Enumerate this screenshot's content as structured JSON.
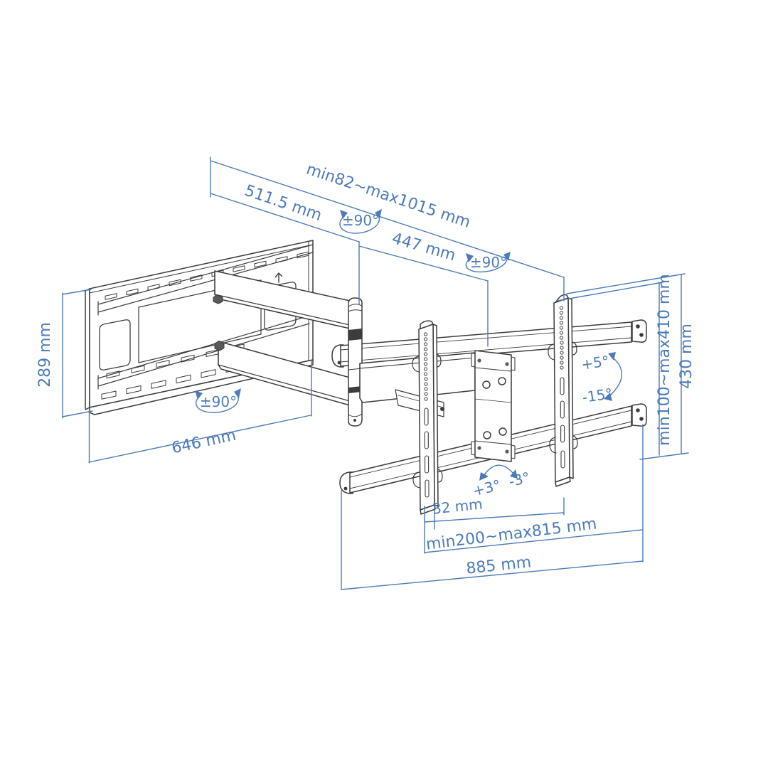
{
  "page": {
    "background": "#ffffff"
  },
  "diagram": {
    "kind": "tv-wall-mount-technical-drawing",
    "accent_color": "#4c7bba",
    "line_color": "#3c3c3c",
    "labels": {
      "extension_range": "min82~max1015 mm",
      "arm1_length": "511.5 mm",
      "arm2_length": "447 mm",
      "swivel_arm1": "±90°",
      "swivel_arm2": "±90°",
      "swivel_base": "±90°",
      "plate_height": "289 mm",
      "plate_width": "646 mm",
      "rail_height_range": "min100~max410 mm",
      "bracket_height": "430 mm",
      "tilt_up": "+5°",
      "tilt_down": "-15°",
      "roll_plus": "+3°",
      "roll_minus": "-3°",
      "rail_offset": "32 mm",
      "rail_width_range": "min200~max815 mm",
      "crossbar_length": "885 mm"
    }
  }
}
